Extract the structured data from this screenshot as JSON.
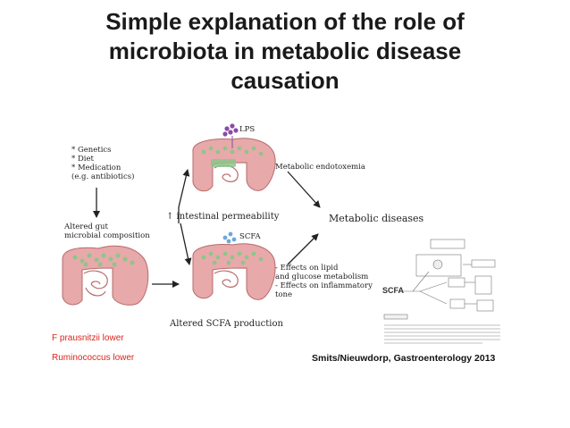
{
  "title": {
    "line1": "Simple explanation of the role of",
    "line2": "microbiota in metabolic disease",
    "line3": "causation"
  },
  "factors": {
    "line1": "* Genetics",
    "line2": "* Diet",
    "line3": "* Medication",
    "line4": "(e.g. antibiotics)"
  },
  "altered": {
    "line1": "Altered gut",
    "line2": "microbial composition"
  },
  "labels": {
    "lps": "LPS",
    "scfa": "SCFA",
    "endotoxemia": "Metabolic endotoxemia",
    "permeability": "↑ intestinal permeability",
    "metabolic": "Metabolic diseases",
    "scfa_prod": "Altered SCFA production"
  },
  "effects": {
    "line1": "- Effects on lipid",
    "line2": "and glucose metabolism",
    "line3": "- Effects on inflammatory",
    "line4": "tone"
  },
  "species": {
    "line1": "F prausnitzii lower",
    "line2": "Ruminococcus lower"
  },
  "citation": "Smits/Nieuwdorp, Gastroenterology 2013",
  "inset": {
    "scfa_label": "SCFA"
  },
  "colors": {
    "red_text": "#d9261c",
    "gut": "#e7a9a9",
    "bacteria": "#8bc68a",
    "lps": "#8a4ca8",
    "scfa_dots": "#6fa7d8"
  }
}
